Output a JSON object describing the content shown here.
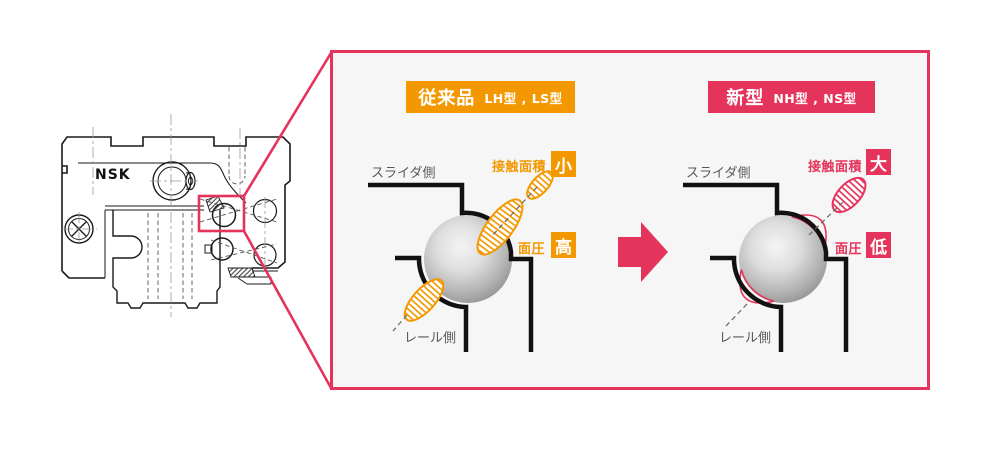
{
  "drawing": {
    "logo": "NSK"
  },
  "panel": {
    "before": {
      "title": "従来品",
      "models": "LH型 , LS型",
      "slider_label": "スライダ側",
      "rail_label": "レール側",
      "contact_label": "接触面積",
      "contact_value": "小",
      "pressure_label": "面圧",
      "pressure_value": "高"
    },
    "after": {
      "title": "新型",
      "models": "NH型 , NS型",
      "slider_label": "スライダ側",
      "rail_label": "レール側",
      "contact_label": "接触面積",
      "contact_value": "大",
      "pressure_label": "面圧",
      "pressure_value": "低"
    }
  },
  "icons": {
    "transition_arrow": "right-arrow",
    "contact_patch_small": "hatched-ellipse",
    "contact_patch_large": "hatched-crescent"
  },
  "colors": {
    "orange": "#F39800",
    "crimson": "#E5345C",
    "panel_bg": "#F6F6F6",
    "label_gray": "#595959",
    "line_dark": "#1A1A1A"
  }
}
